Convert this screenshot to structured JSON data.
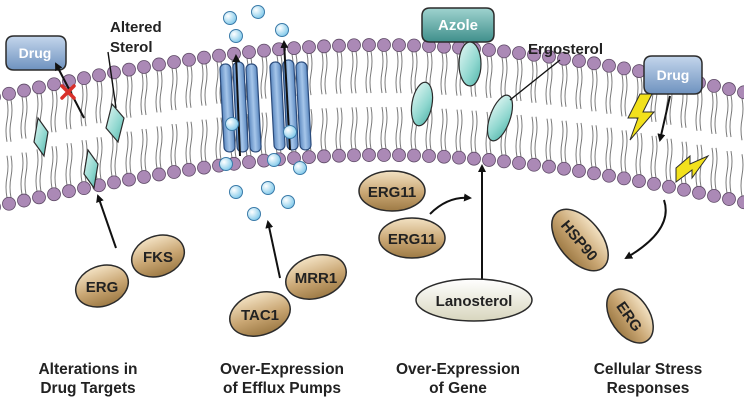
{
  "captions": [
    {
      "line1": "Alterations in",
      "line2": "Drug Targets"
    },
    {
      "line1": "Over-Expression",
      "line2": "of Efflux Pumps"
    },
    {
      "line1": "Over-Expression",
      "line2": "of Gene"
    },
    {
      "line1": "Cellular Stress",
      "line2": "Responses"
    }
  ],
  "labels": {
    "drug_left": "Drug",
    "altered_sterol": [
      "Altered",
      "Sterol"
    ],
    "azole": "Azole",
    "ergosterol": "Ergosterol",
    "drug_right": "Drug",
    "erg11_top": "ERG11",
    "erg11_bottom": "ERG11",
    "lanosterol": "Lanosterol",
    "erg_left": "ERG",
    "fks": "FKS",
    "tac1": "TAC1",
    "mrr1": "MRR1",
    "hsp90": "HSP90",
    "erg_right": "ERG"
  },
  "colors": {
    "lipid_head": "#ab89b6",
    "sterol_fill": "#8fd7cf",
    "pump_fill": "#7fa9d9",
    "molecule": "#9fd6f0",
    "drug_box": "#8fb0d4",
    "azole_box": "#5aa6a3",
    "protein_tan": "#c9a673",
    "lanosterol": "#ecebd9",
    "lightning": "#f2e11c",
    "blocked_x": "#d9302a"
  }
}
